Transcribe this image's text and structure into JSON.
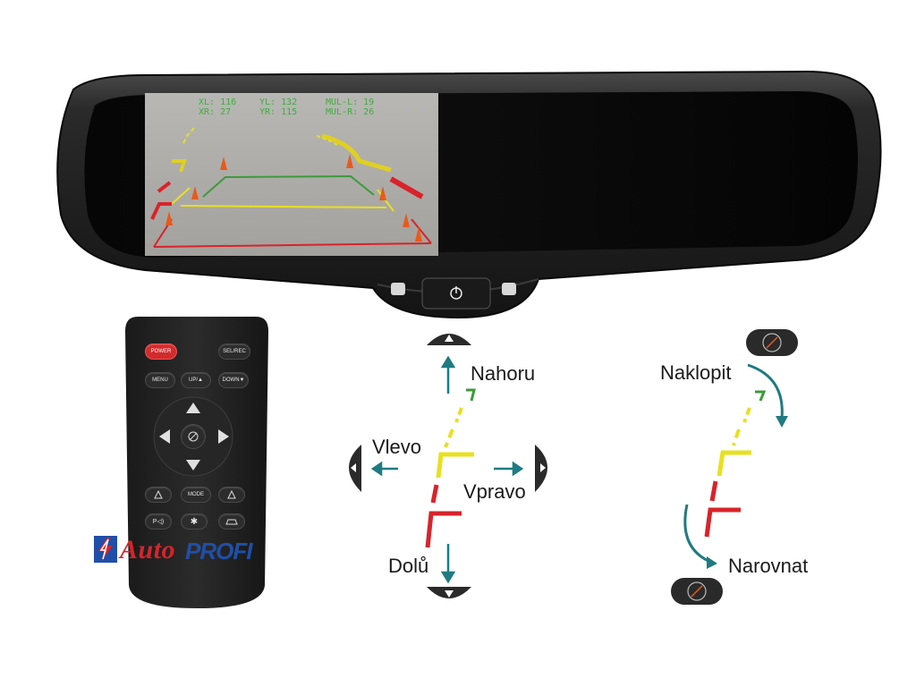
{
  "screen_hud": {
    "xl": "XL: 116",
    "xr": "XR: 27",
    "yl": "YL: 132",
    "yr": "YR: 115",
    "mul_l": "MUL-L: 19",
    "mul_r": "MUL-R: 26"
  },
  "remote": {
    "power": "POWER",
    "sel_rec": "SEL/REC",
    "menu": "MENU",
    "up": "UP/▲",
    "down": "DOWN▼",
    "mode": "MODE",
    "star": "✱"
  },
  "logo": {
    "auto": "Auto",
    "profi": "PROFI"
  },
  "adjust_labels": {
    "up": "Nahoru",
    "left": "Vlevo",
    "right": "Vpravo",
    "down": "Dolů"
  },
  "tilt_labels": {
    "tilt": "Naklopit",
    "straighten": "Narovnat"
  },
  "colors": {
    "guide_green": "#3c9a3c",
    "guide_yellow": "#e8e020",
    "guide_red": "#d8232a",
    "arrow_teal": "#1f7b82",
    "mirror_body": "#1e1e1e"
  },
  "icons": {
    "nav": [
      "arrow-up-icon",
      "arrow-down-icon",
      "arrow-left-icon",
      "arrow-right-icon",
      "ok-icon"
    ]
  }
}
